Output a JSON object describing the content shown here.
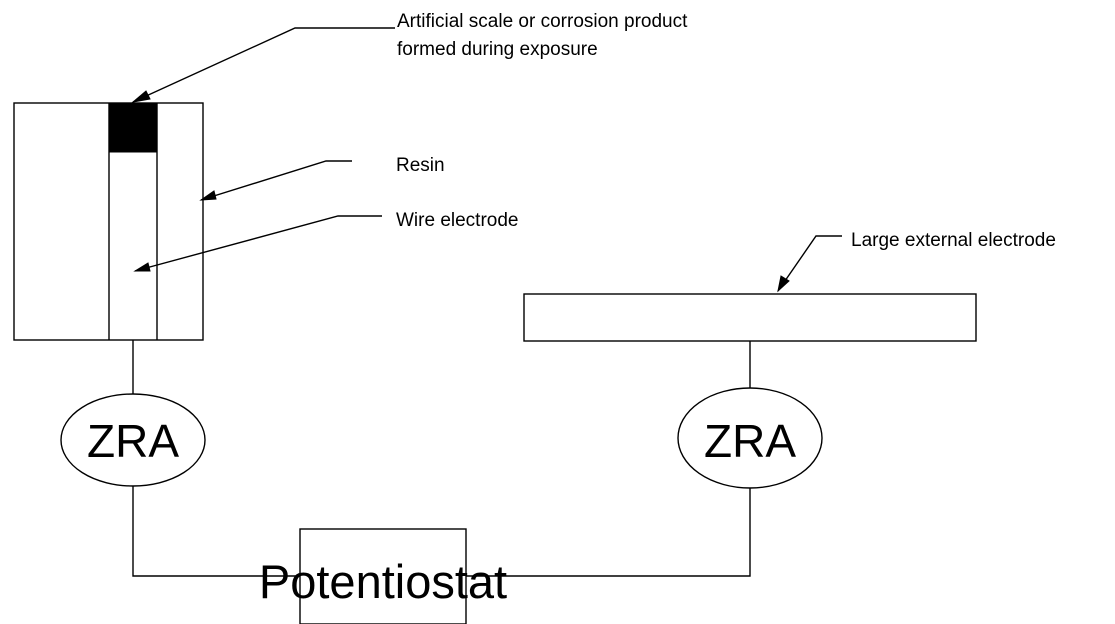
{
  "labels": {
    "scale_line1": "Artificial scale or corrosion product",
    "scale_line2": "formed during exposure",
    "resin": "Resin",
    "wire_electrode": "Wire electrode",
    "large_external_electrode": "Large external electrode"
  },
  "components": {
    "zra_left": "ZRA",
    "zra_right": "ZRA",
    "potentiostat": "Potentiostat"
  },
  "colors": {
    "line": "#000000",
    "background": "#ffffff",
    "scale_fill": "#000000"
  }
}
